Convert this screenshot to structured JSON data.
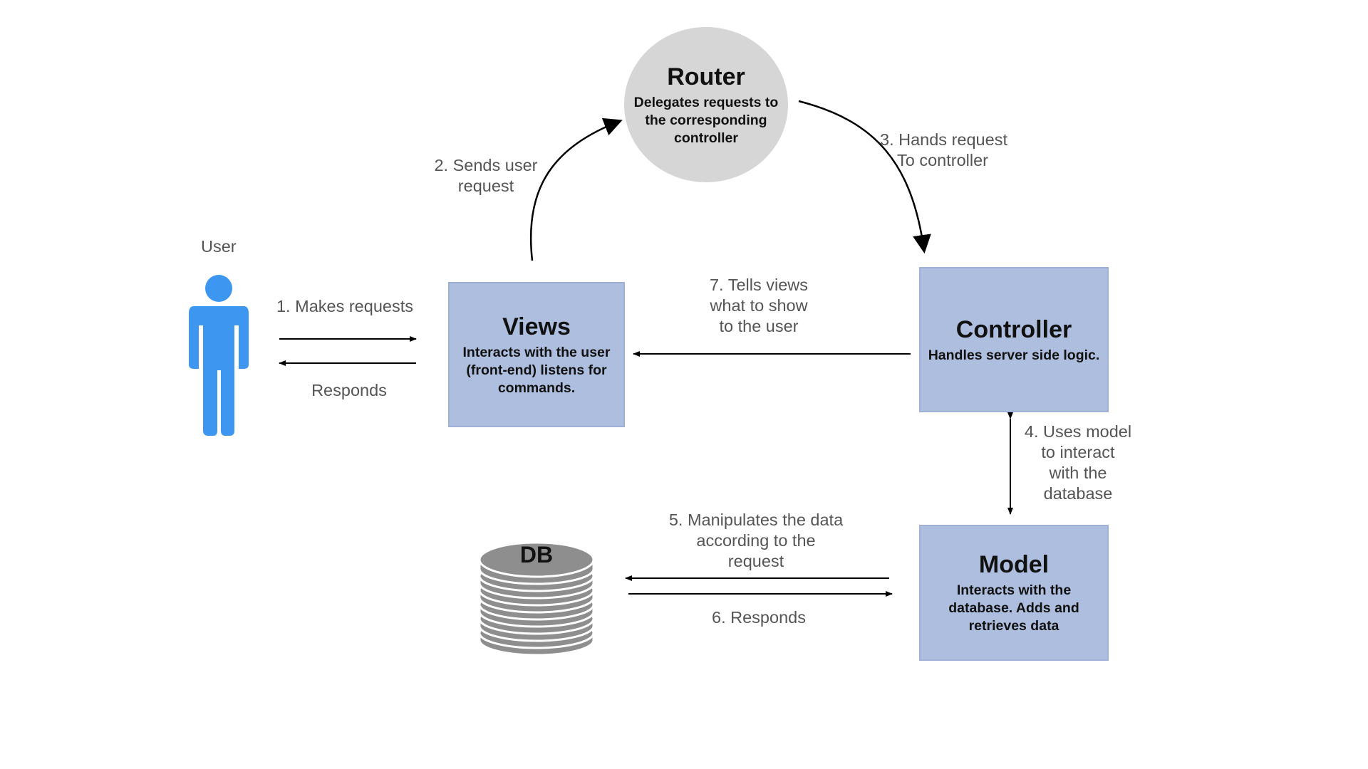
{
  "nodes": {
    "router": {
      "title": "Router",
      "desc": [
        "Delegates requests to",
        "the corresponding",
        "controller"
      ]
    },
    "views": {
      "title": "Views",
      "desc": [
        "Interacts with the user",
        "(front-end) listens for",
        "commands."
      ]
    },
    "controller": {
      "title": "Controller",
      "desc": [
        "Handles server side logic."
      ]
    },
    "model": {
      "title": "Model",
      "desc": [
        "Interacts with the",
        "database. Adds and",
        "retrieves data"
      ]
    },
    "db": {
      "title": "DB"
    },
    "user": {
      "label": "User"
    }
  },
  "edges": {
    "makes_requests": [
      "1. Makes requests"
    ],
    "responds_user": [
      "Responds"
    ],
    "sends_request": [
      "2. Sends user",
      "request"
    ],
    "hands_request": [
      "3. Hands request",
      "To controller"
    ],
    "uses_model": [
      "4. Uses model",
      "to interact",
      "with the",
      "database"
    ],
    "manipulates": [
      "5. Manipulates the data",
      "according to the",
      "request"
    ],
    "responds_db": [
      "6. Responds"
    ],
    "tells_views": [
      "7. Tells views",
      "what to show",
      "to the user"
    ]
  },
  "colors": {
    "box_fill": "#aebedf",
    "router_fill": "#d6d6d6",
    "user_icon": "#3d96f0",
    "db_fill": "#8e8e8e",
    "label_text": "#555555"
  },
  "icons": {
    "user": "person-icon",
    "db": "database-icon"
  }
}
